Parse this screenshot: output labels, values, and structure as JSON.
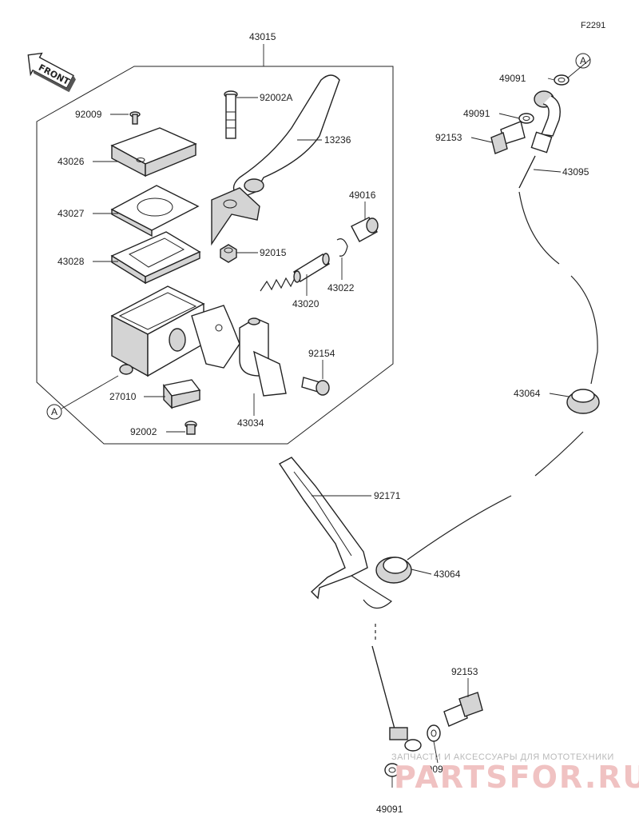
{
  "diagram": {
    "code": "F2291",
    "front_label": "FRONT",
    "ref_a": "A",
    "parts": {
      "p43015": "43015",
      "p92002A": "92002A",
      "p92009": "92009",
      "p13236": "13236",
      "p43026": "43026",
      "p43027": "43027",
      "p49016": "49016",
      "p43028": "43028",
      "p92015": "92015",
      "p43022": "43022",
      "p43020": "43020",
      "p92154": "92154",
      "p27010": "27010",
      "p43034": "43034",
      "p92002": "92002",
      "p49091_a": "49091",
      "p49091_b": "49091",
      "p92153_a": "92153",
      "p43095": "43095",
      "p43064_a": "43064",
      "p92171": "92171",
      "p43064_b": "43064",
      "p92153_b": "92153",
      "p49091_c": "49091",
      "p49091_d": "49091"
    }
  },
  "watermark": {
    "tagline": "ЗАПЧАСТИ И АКСЕССУАРЫ ДЛЯ МОТОТЕХНИКИ",
    "brand": "PARTSFOR.RU"
  }
}
